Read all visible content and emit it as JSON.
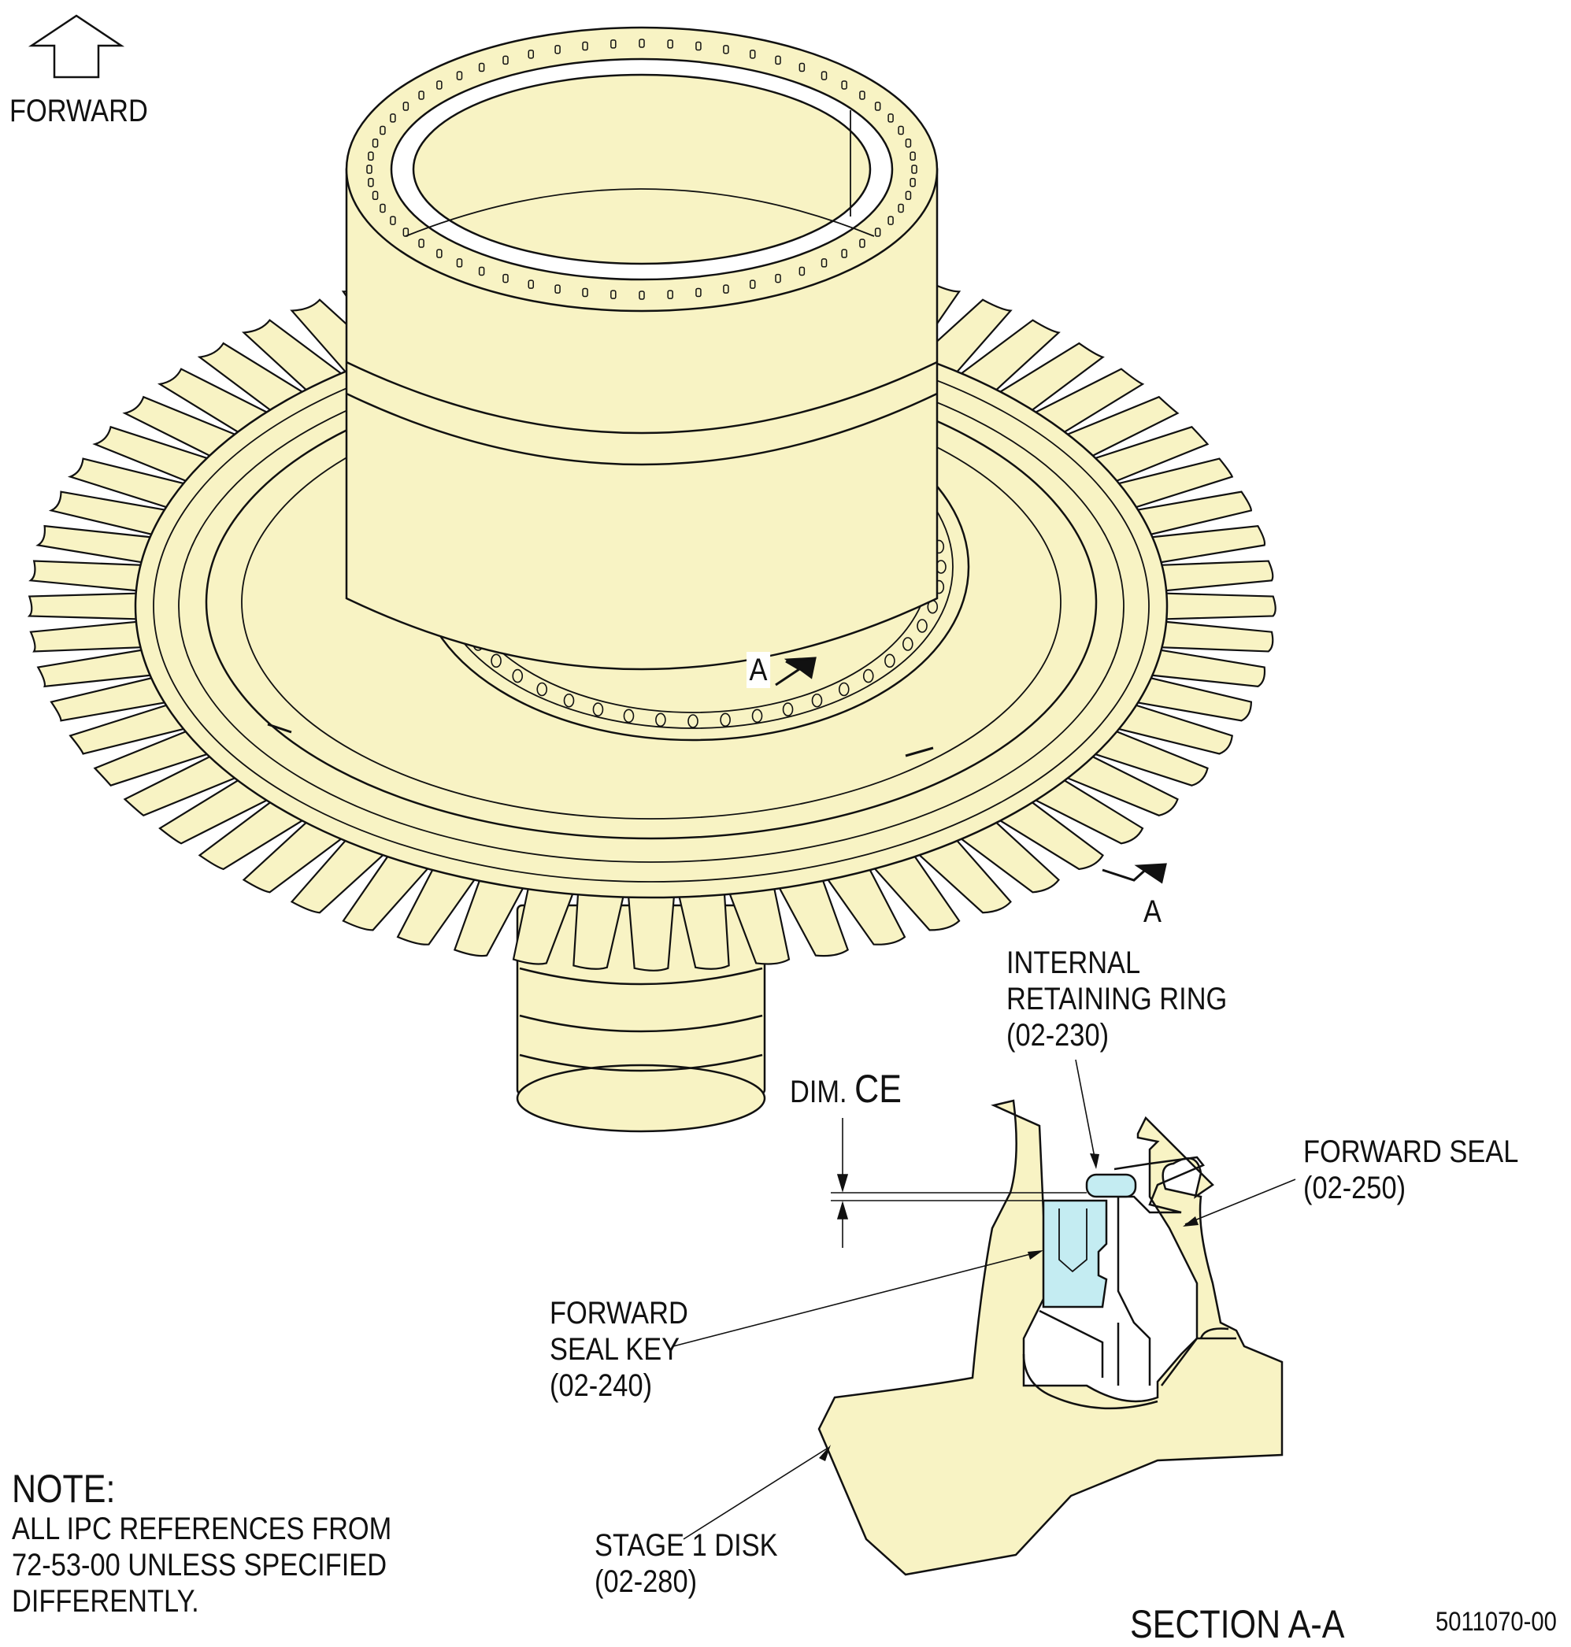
{
  "direction": {
    "label": "FORWARD"
  },
  "section_marks": {
    "upper": "A",
    "lower": "A"
  },
  "callouts": {
    "retaining_ring": [
      "INTERNAL",
      "RETAINING RING",
      "(02-230)"
    ],
    "dimension": {
      "prefix": "DIM.",
      "code": "CE"
    },
    "forward_seal": [
      "FORWARD SEAL",
      "(02-250)"
    ],
    "seal_key": [
      "FORWARD",
      "SEAL KEY",
      "(02-240)"
    ],
    "stage1_disk": [
      "STAGE 1 DISK",
      "(02-280)"
    ]
  },
  "note": {
    "heading": "NOTE:",
    "lines": [
      "ALL IPC REFERENCES FROM",
      "72-53-00 UNLESS SPECIFIED",
      "DIFFERENTLY."
    ]
  },
  "section_title": "SECTION A-A",
  "figure_number": "5011070-00",
  "colors": {
    "part_fill": "#f8f3c4",
    "highlight_fill": "#c4ecf2",
    "line": "#111111"
  }
}
